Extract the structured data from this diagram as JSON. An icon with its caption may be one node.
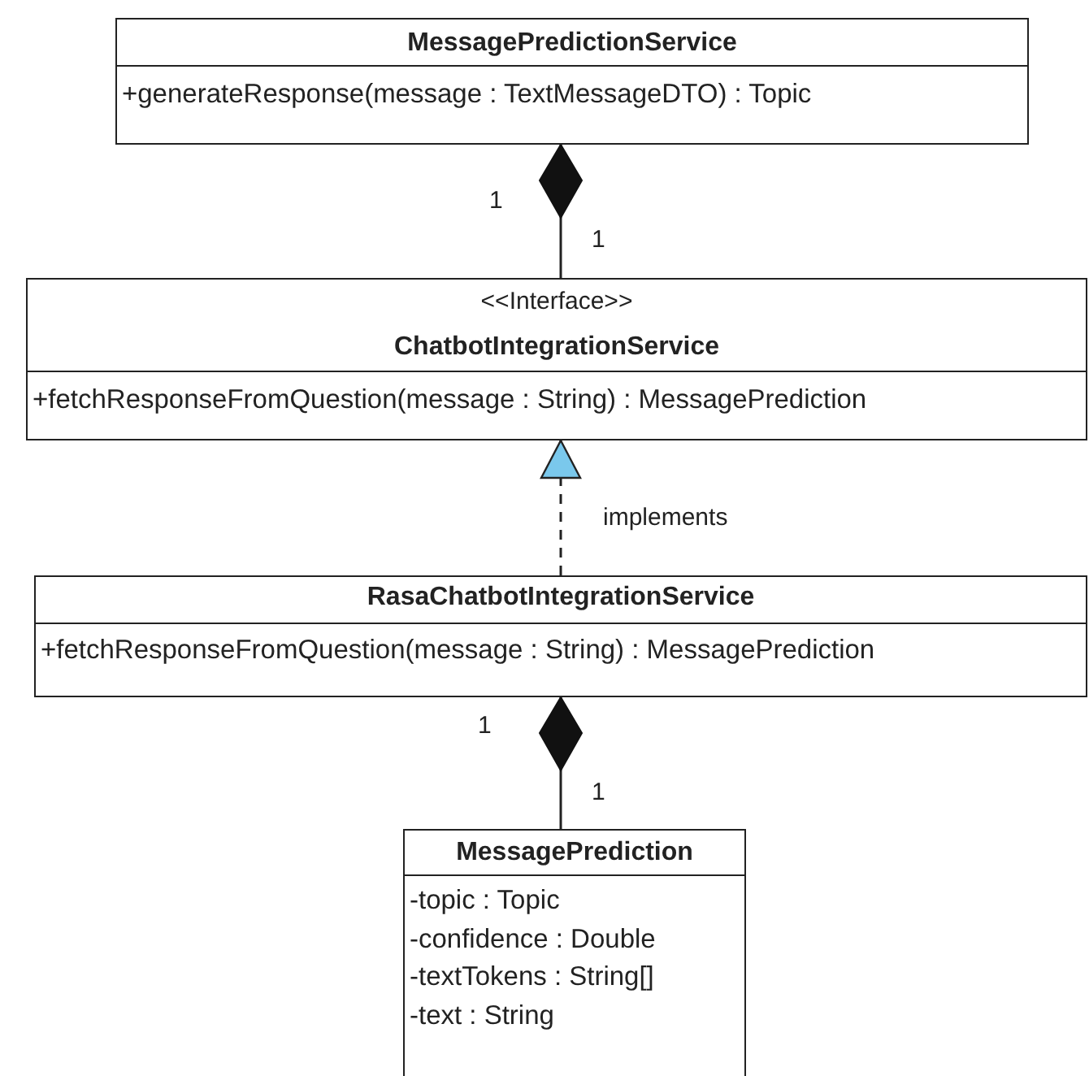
{
  "diagram": {
    "nodes": [
      {
        "text": [
          "MessagePredictionService",
          "+generateResponse(message : TextMessageDTO) : Topic"
        ]
      },
      {
        "text": [
          "<<Interface>>",
          "ChatbotIntegrationService",
          "+fetchResponseFromQuestion(message : String) : MessagePrediction"
        ]
      },
      {
        "text": [
          "RasaChatbotIntegrationService",
          "+fetchResponseFromQuestion(message : String) : MessagePrediction"
        ]
      },
      {
        "text": [
          "MessagePrediction",
          "-topic : Topic",
          "-confidence : Double",
          "-textTokens : String[]",
          "-text : String"
        ]
      }
    ],
    "edges": [
      {
        "from": 0,
        "to": 1,
        "arrow": "other"
      },
      {
        "from": 2,
        "to": 1,
        "arrow": "to",
        "style": "dashed",
        "label": "implements"
      },
      {
        "from": 2,
        "to": 3,
        "arrow": "other"
      }
    ],
    "labels": [
      "1",
      "1",
      "1",
      "1"
    ]
  }
}
